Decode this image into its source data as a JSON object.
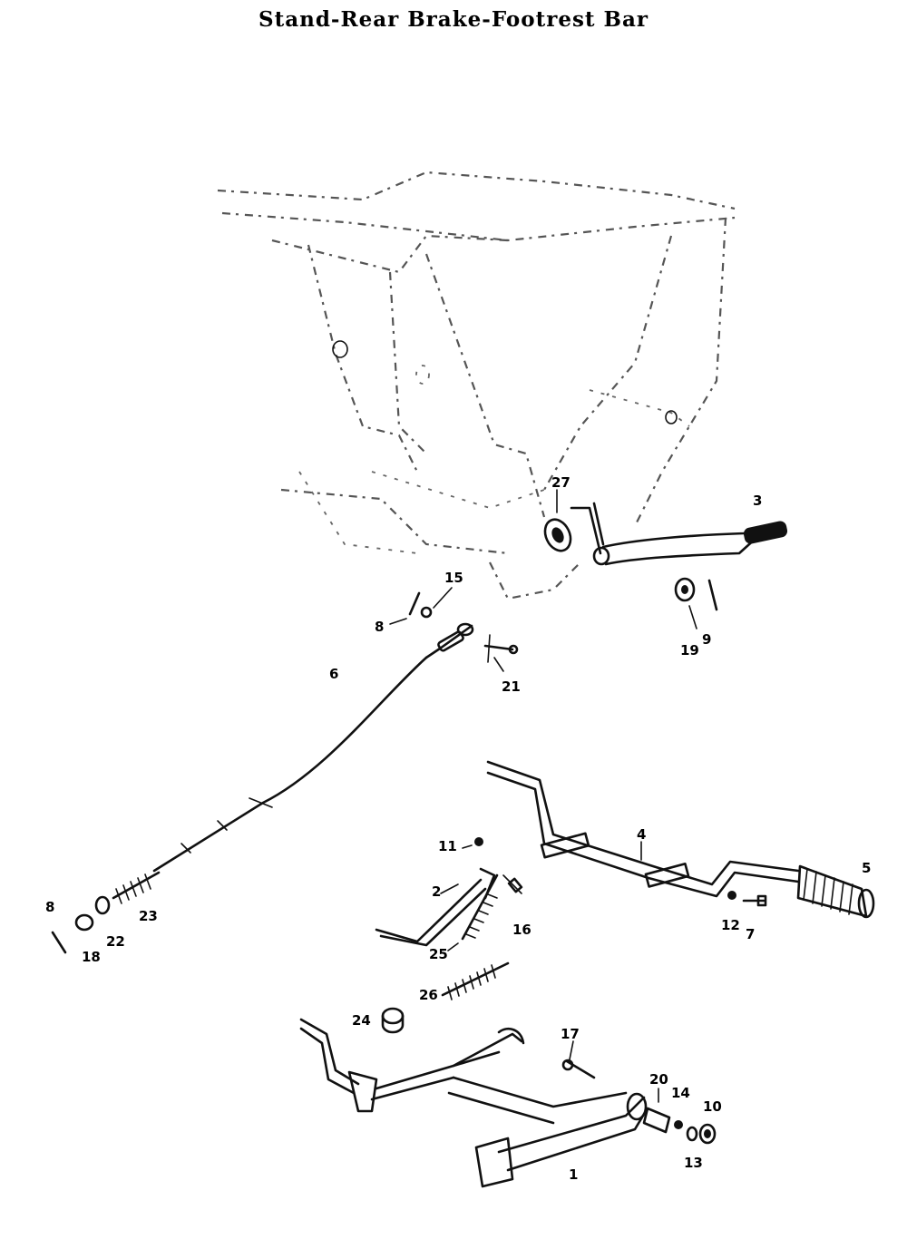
{
  "title": "Stand-Rear Brake-Footrest Bar",
  "callouts": {
    "c1": "1",
    "c2": "2",
    "c3": "3",
    "c4": "4",
    "c5": "5",
    "c6": "6",
    "c7": "7",
    "c8a": "8",
    "c8b": "8",
    "c9": "9",
    "c10": "10",
    "c11": "11",
    "c12": "12",
    "c13": "13",
    "c14": "14",
    "c15": "15",
    "c16": "16",
    "c17": "17",
    "c18": "18",
    "c19": "19",
    "c20": "20",
    "c21": "21",
    "c22": "22",
    "c23": "23",
    "c24": "24",
    "c25": "25",
    "c26": "26",
    "c27": "27"
  }
}
